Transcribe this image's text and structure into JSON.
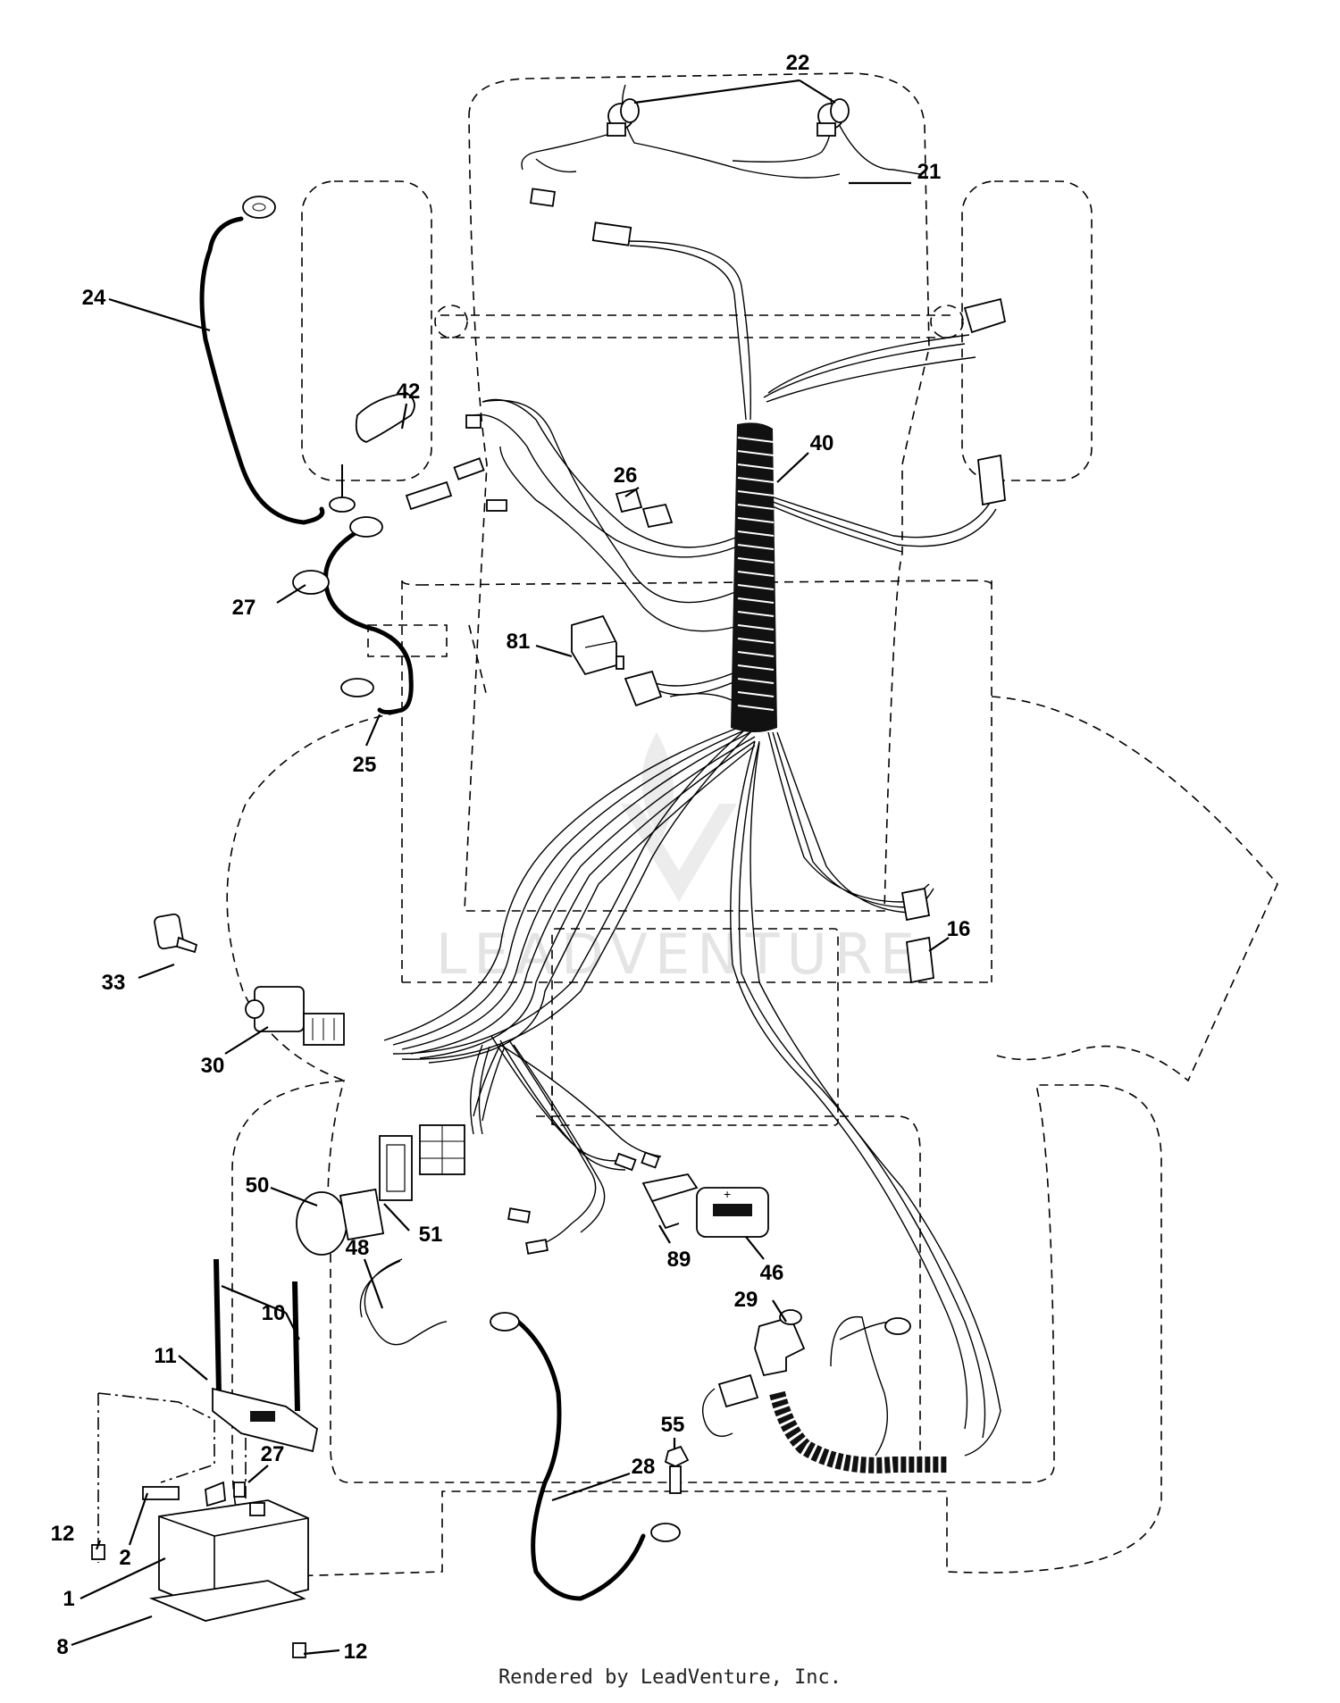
{
  "diagram": {
    "watermark": "LEADVENTURE",
    "footer": "Rendered by LeadVenture, Inc.",
    "callouts": [
      {
        "id": "22",
        "label": "22"
      },
      {
        "id": "21",
        "label": "21"
      },
      {
        "id": "24",
        "label": "24"
      },
      {
        "id": "42",
        "label": "42"
      },
      {
        "id": "40",
        "label": "40"
      },
      {
        "id": "26",
        "label": "26"
      },
      {
        "id": "27a",
        "label": "27"
      },
      {
        "id": "81",
        "label": "81"
      },
      {
        "id": "25",
        "label": "25"
      },
      {
        "id": "16",
        "label": "16"
      },
      {
        "id": "33",
        "label": "33"
      },
      {
        "id": "30",
        "label": "30"
      },
      {
        "id": "50",
        "label": "50"
      },
      {
        "id": "51",
        "label": "51"
      },
      {
        "id": "48",
        "label": "48"
      },
      {
        "id": "89",
        "label": "89"
      },
      {
        "id": "46",
        "label": "46"
      },
      {
        "id": "29",
        "label": "29"
      },
      {
        "id": "10",
        "label": "10"
      },
      {
        "id": "11",
        "label": "11"
      },
      {
        "id": "27b",
        "label": "27"
      },
      {
        "id": "55",
        "label": "55"
      },
      {
        "id": "28",
        "label": "28"
      },
      {
        "id": "12a",
        "label": "12"
      },
      {
        "id": "2",
        "label": "2"
      },
      {
        "id": "1",
        "label": "1"
      },
      {
        "id": "8",
        "label": "8"
      },
      {
        "id": "12b",
        "label": "12"
      }
    ]
  }
}
